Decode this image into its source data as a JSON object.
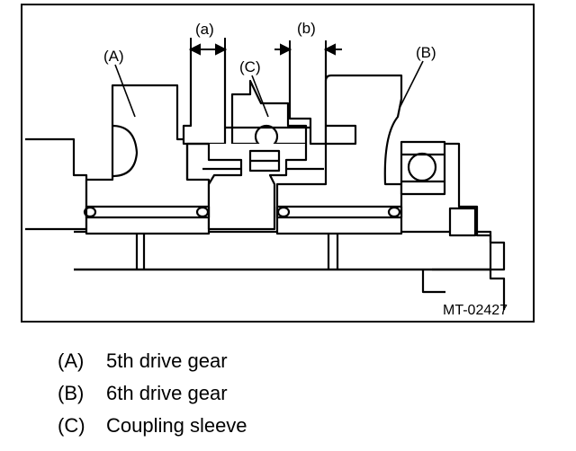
{
  "figure": {
    "id": "MT-02427",
    "dimension_labels": {
      "a": "(a)",
      "b": "(b)"
    },
    "part_labels": {
      "A": "(A)",
      "B": "(B)",
      "C": "(C)"
    }
  },
  "legend": [
    {
      "code": "(A)",
      "text": "5th drive gear"
    },
    {
      "code": "(B)",
      "text": "6th drive gear"
    },
    {
      "code": "(C)",
      "text": "Coupling sleeve"
    }
  ]
}
